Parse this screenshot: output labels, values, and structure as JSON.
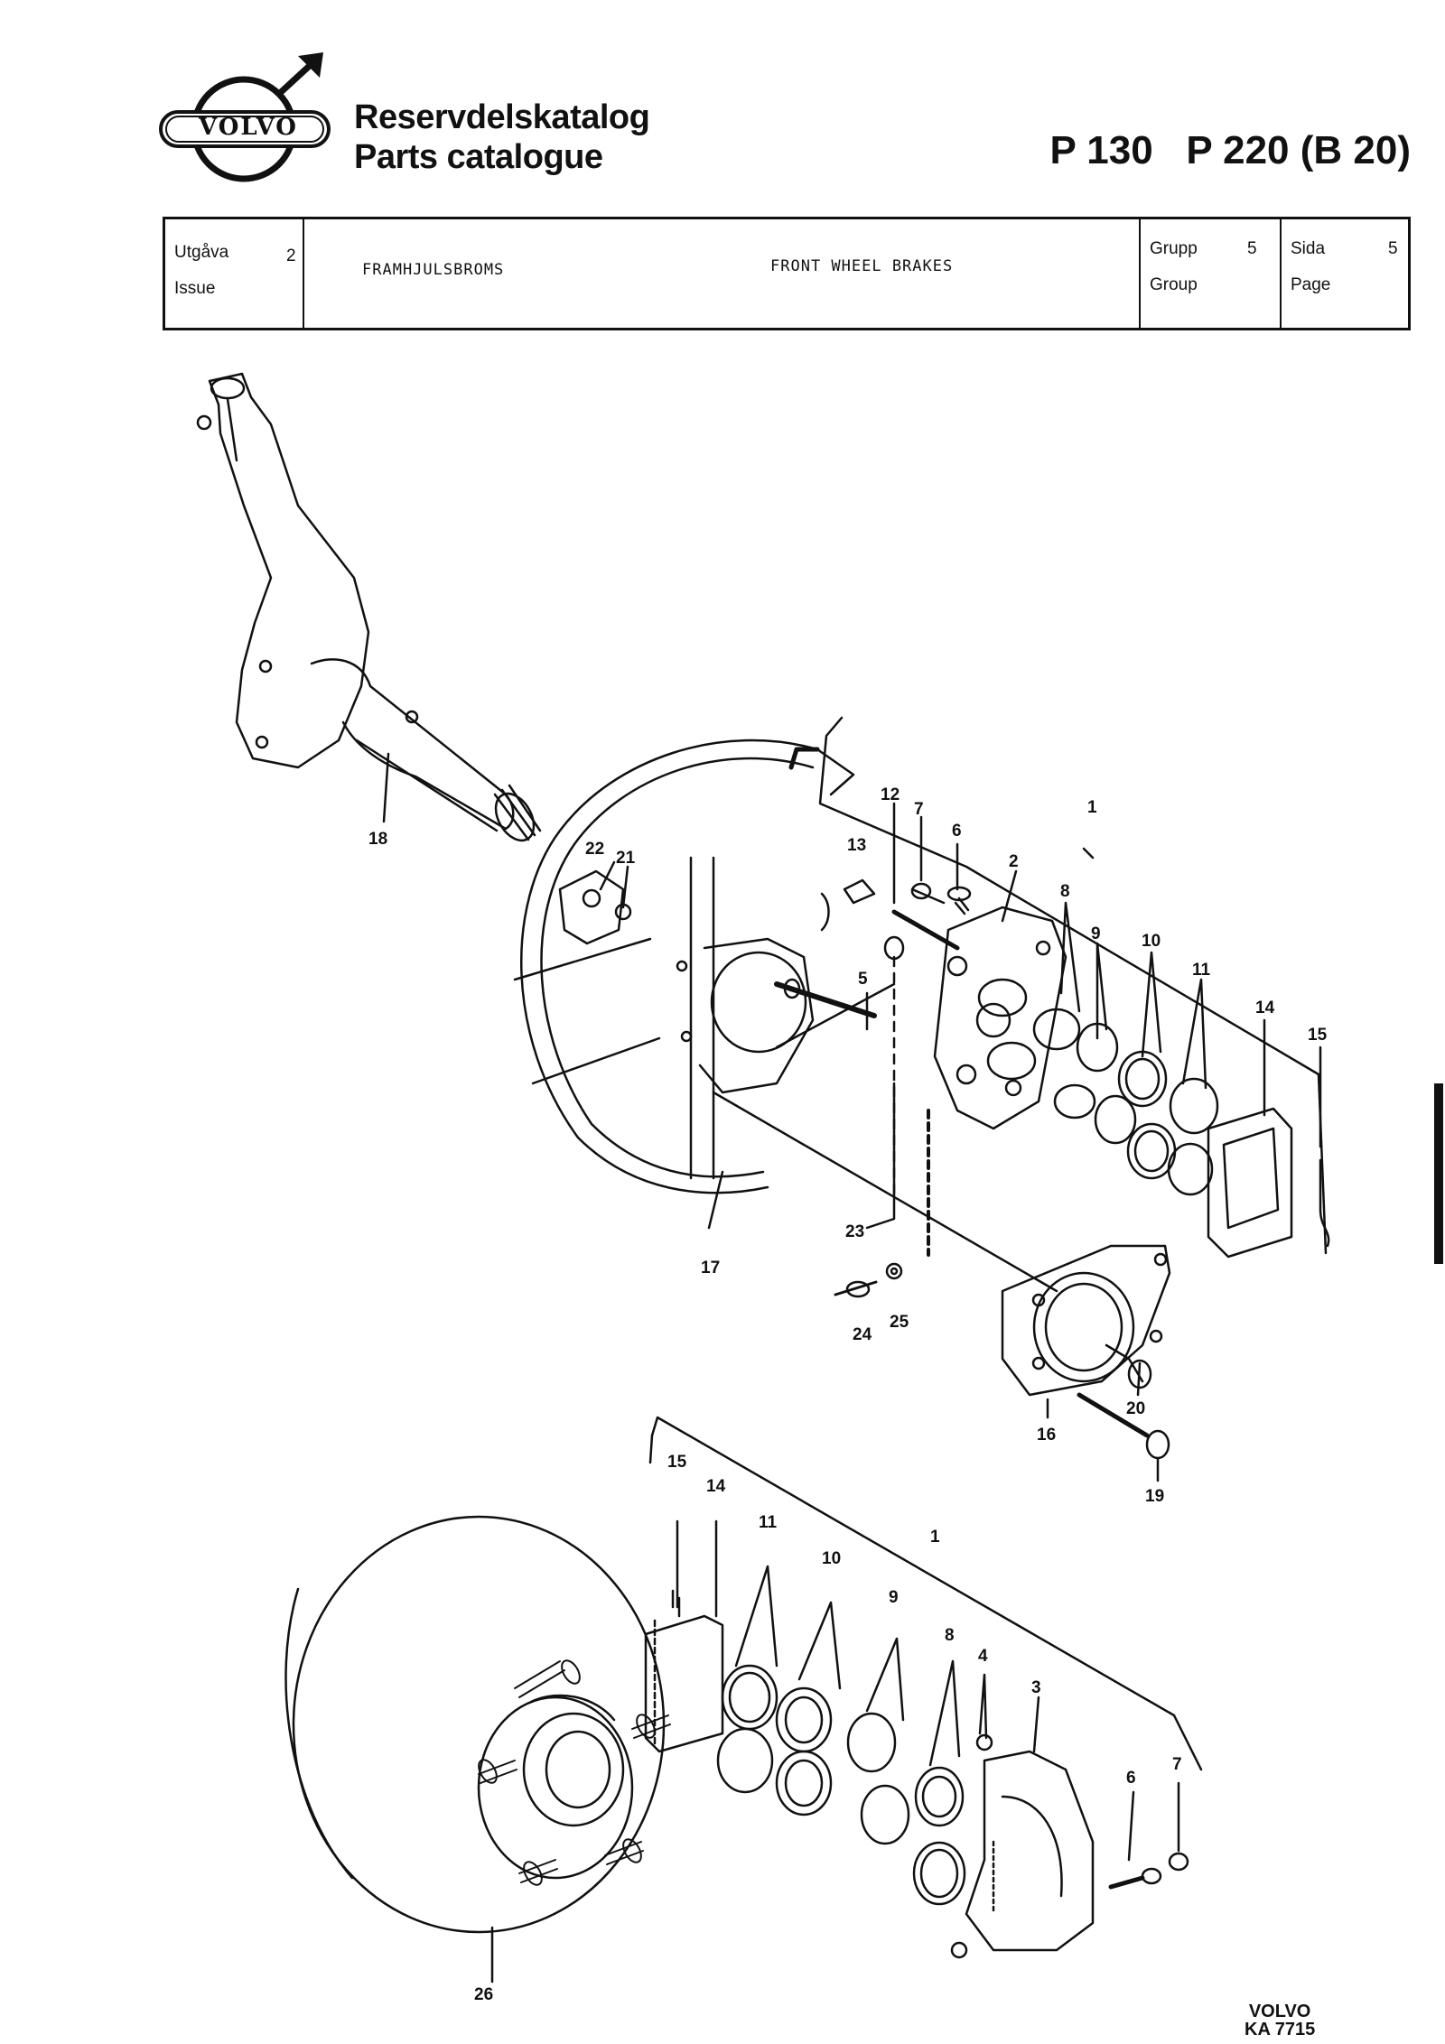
{
  "header": {
    "logo_text": "VOLVO",
    "title_line1": "Reservdelskatalog",
    "title_line2": "Parts catalogue",
    "models": "P 130   P 220 (B 20)"
  },
  "info_box": {
    "utgava_label": "Utgåva",
    "issue_label": "Issue",
    "issue_value": "2",
    "title_sv": "FRAMHJULSBROMS",
    "title_en": "FRONT WHEEL BRAKES",
    "grupp_label": "Grupp",
    "group_label": "Group",
    "group_value": "5",
    "sida_label": "Sida",
    "page_label": "Page",
    "page_value": "5"
  },
  "diagram": {
    "upper_callouts": [
      "18",
      "22",
      "21",
      "13",
      "12",
      "7",
      "6",
      "2",
      "1",
      "8",
      "9",
      "10",
      "11",
      "14",
      "15",
      "5",
      "23",
      "17",
      "24",
      "25",
      "20",
      "16",
      "19"
    ],
    "lower_callouts": [
      "15",
      "14",
      "11",
      "10",
      "1",
      "9",
      "8",
      "4",
      "3",
      "6",
      "7",
      "26"
    ]
  },
  "footer": {
    "brand": "VOLVO",
    "code": "KA 7715"
  }
}
